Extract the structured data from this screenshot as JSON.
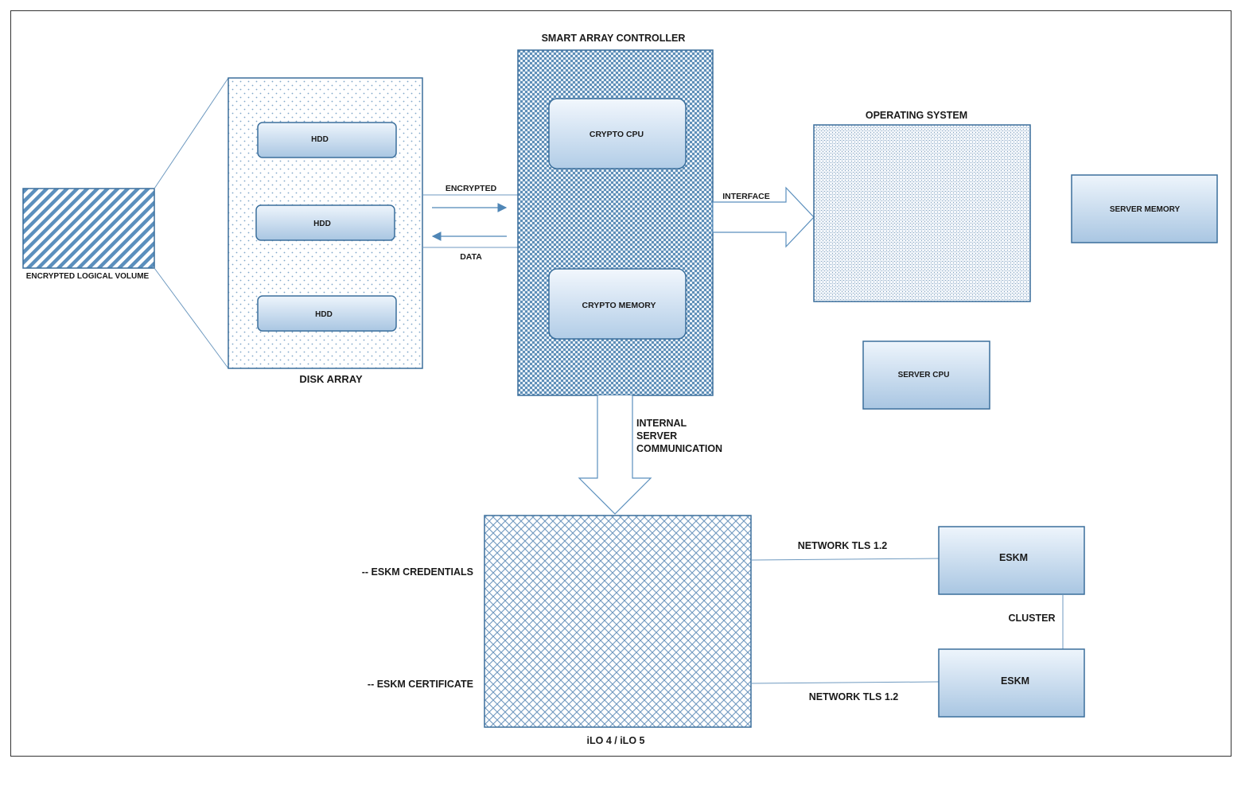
{
  "labels": {
    "logical_volume": "ENCRYPTED LOGICAL VOLUME",
    "disk_array": "DISK ARRAY",
    "hdd_1": "HDD",
    "hdd_2": "HDD",
    "hdd_3": "HDD",
    "encrypted": "ENCRYPTED",
    "data": "DATA",
    "controller": "SMART ARRAY CONTROLLER",
    "crypto_cpu": "CRYPTO CPU",
    "crypto_memory": "CRYPTO MEMORY",
    "interface": "INTERFACE",
    "operating_system": "OPERATING SYSTEM",
    "server_memory": "SERVER MEMORY",
    "server_cpu": "SERVER CPU",
    "internal_comm_1": "INTERNAL",
    "internal_comm_2": "SERVER",
    "internal_comm_3": "COMMUNICATION",
    "ilo": "iLO 4 / iLO 5",
    "eskm_credentials": "-- ESKM CREDENTIALS",
    "eskm_certificate": "-- ESKM CERTIFICATE",
    "network_tls_top": "NETWORK TLS 1.2",
    "network_tls_bottom": "NETWORK TLS 1.2",
    "eskm_1": "ESKM",
    "eskm_2": "ESKM",
    "cluster": "CLUSTER"
  },
  "colors": {
    "border": "#3b6f9c",
    "box_light": "#e6f0fa",
    "box_dark": "#a9c6e2",
    "pattern_blue": "#5b8fbd",
    "line": "#6f9ac0"
  }
}
